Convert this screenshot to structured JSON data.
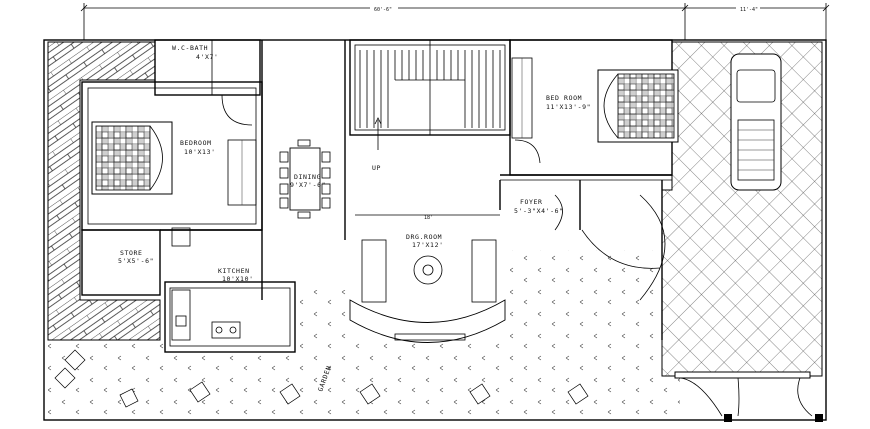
{
  "plan": {
    "dimensions": {
      "overall_width": "60'-6\"",
      "garage_width": "11'-4\"",
      "drawing_room_width": "18'"
    },
    "rooms": {
      "wc_bath": {
        "name": "W.C-BATH",
        "size": "4'X7'"
      },
      "bedroom_left": {
        "name": "BEDROOM",
        "size": "10'X13'"
      },
      "dining": {
        "name": "DINING",
        "size": "9'X7'-6\""
      },
      "up": {
        "name": "UP"
      },
      "bedroom_right": {
        "name": "BED ROOM",
        "size": "11'X13'-9\""
      },
      "foyer": {
        "name": "FOYER",
        "size": "5'-3\"X4'-6\""
      },
      "drawing_room": {
        "name": "DRG.ROOM",
        "size": "17'X12'"
      },
      "store": {
        "name": "STORE",
        "size": "5'X5'-6\""
      },
      "kitchen": {
        "name": "KITCHEN",
        "size": "10'X10'"
      },
      "garden": {
        "name": "GARDEN"
      }
    }
  }
}
